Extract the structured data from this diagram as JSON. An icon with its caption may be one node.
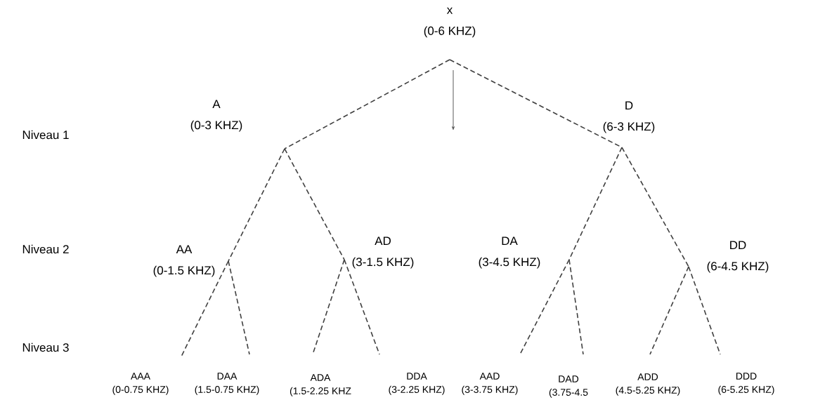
{
  "diagram": {
    "nodes": [
      {
        "text": [
          "x",
          "(0-6 KHZ)"
        ]
      },
      {
        "text": [
          "A",
          "(0-3 KHZ)"
        ]
      },
      {
        "text": [
          "D",
          "(6-3 KHZ)"
        ]
      },
      {
        "text": [
          "AA",
          "(0-1.5 KHZ)"
        ]
      },
      {
        "text": [
          "AD",
          "(3-1.5 KHZ)"
        ]
      },
      {
        "text": [
          "DA",
          "(3-4.5 KHZ)"
        ]
      },
      {
        "text": [
          "DD",
          "(6-4.5 KHZ)"
        ]
      },
      {
        "text": [
          "AAA",
          "(0-0.75 KHZ)"
        ]
      },
      {
        "text": [
          "DAA",
          "(1.5-0.75 KHZ)"
        ]
      },
      {
        "text": [
          "ADA",
          "(1.5-2.25 KHZ"
        ]
      },
      {
        "text": [
          "DDA",
          "(3-2.25 KHZ)"
        ]
      },
      {
        "text": [
          "AAD",
          "(3-3.75 KHZ)"
        ]
      },
      {
        "text": [
          "DAD",
          "(3.75-4.5"
        ]
      },
      {
        "text": [
          "ADD",
          "(4.5-5.25 KHZ)"
        ]
      },
      {
        "text": [
          "DDD",
          "(6-5.25 KHZ)"
        ]
      }
    ],
    "edges": [
      {
        "from": 0,
        "to": 1,
        "arrow": "none",
        "style": "dashed"
      },
      {
        "from": 0,
        "to": 2,
        "arrow": "none",
        "style": "dashed"
      },
      {
        "from": 1,
        "to": 3,
        "arrow": "none",
        "style": "dashed"
      },
      {
        "from": 1,
        "to": 4,
        "arrow": "none",
        "style": "dashed"
      },
      {
        "from": 2,
        "to": 5,
        "arrow": "none",
        "style": "dashed"
      },
      {
        "from": 2,
        "to": 6,
        "arrow": "none",
        "style": "dashed"
      },
      {
        "from": 3,
        "to": 7,
        "arrow": "none",
        "style": "dashed"
      },
      {
        "from": 3,
        "to": 8,
        "arrow": "none",
        "style": "dashed"
      },
      {
        "from": 4,
        "to": 9,
        "arrow": "none",
        "style": "dashed"
      },
      {
        "from": 4,
        "to": 10,
        "arrow": "none",
        "style": "dashed"
      },
      {
        "from": 5,
        "to": 11,
        "arrow": "none",
        "style": "dashed"
      },
      {
        "from": 5,
        "to": 12,
        "arrow": "none",
        "style": "dashed"
      },
      {
        "from": 6,
        "to": 13,
        "arrow": "none",
        "style": "dashed"
      },
      {
        "from": 6,
        "to": 14,
        "arrow": "none",
        "style": "dashed"
      }
    ],
    "labels": [
      "Niveau 1",
      "Niveau 2",
      "Niveau 3"
    ]
  }
}
